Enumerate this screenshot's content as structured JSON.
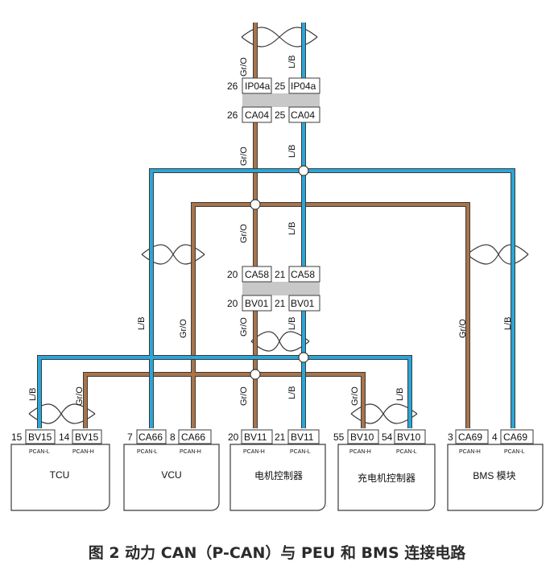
{
  "colors": {
    "brown_wire": "#a9744a",
    "blue_wire": "#2aa6d8",
    "wire_outline": "#3b3b3b",
    "connector_band": "#c8c8c8",
    "caption": "#2b2b2b"
  },
  "wire_labels": {
    "gr_o": "Gr/O",
    "l_b": "L/B"
  },
  "pcan_labels": {
    "low": "PCAN-L",
    "high": "PCAN-H"
  },
  "connectors": {
    "ip04a_left": {
      "pin": "26",
      "name": "IP04a"
    },
    "ip04a_right": {
      "pin": "25",
      "name": "IP04a"
    },
    "ca04_left": {
      "pin": "26",
      "name": "CA04"
    },
    "ca04_right": {
      "pin": "25",
      "name": "CA04"
    },
    "ca58_left": {
      "pin": "20",
      "name": "CA58"
    },
    "ca58_right": {
      "pin": "21",
      "name": "CA58"
    },
    "bv01_left": {
      "pin": "20",
      "name": "BV01"
    },
    "bv01_right": {
      "pin": "21",
      "name": "BV01"
    }
  },
  "modules": [
    {
      "name": "TCU",
      "pins": [
        {
          "pin": "15",
          "conn": "BV15",
          "can": "PCAN-L"
        },
        {
          "pin": "14",
          "conn": "BV15",
          "can": "PCAN-H"
        }
      ]
    },
    {
      "name": "VCU",
      "pins": [
        {
          "pin": "7",
          "conn": "CA66",
          "can": "PCAN-L"
        },
        {
          "pin": "8",
          "conn": "CA66",
          "can": "PCAN-H"
        }
      ]
    },
    {
      "name": "电机控制器",
      "pins": [
        {
          "pin": "20",
          "conn": "BV11",
          "can": "PCAN-H"
        },
        {
          "pin": "21",
          "conn": "BV11",
          "can": "PCAN-L"
        }
      ]
    },
    {
      "name": "充电机控制器",
      "pins": [
        {
          "pin": "55",
          "conn": "BV10",
          "can": "PCAN-H"
        },
        {
          "pin": "54",
          "conn": "BV10",
          "can": "PCAN-L"
        }
      ]
    },
    {
      "name": "BMS 模块",
      "pins": [
        {
          "pin": "3",
          "conn": "CA69",
          "can": "PCAN-H"
        },
        {
          "pin": "4",
          "conn": "CA69",
          "can": "PCAN-L"
        }
      ]
    }
  ],
  "caption": "图 2  动力 CAN（P-CAN）与 PEU 和 BMS 连接电路"
}
